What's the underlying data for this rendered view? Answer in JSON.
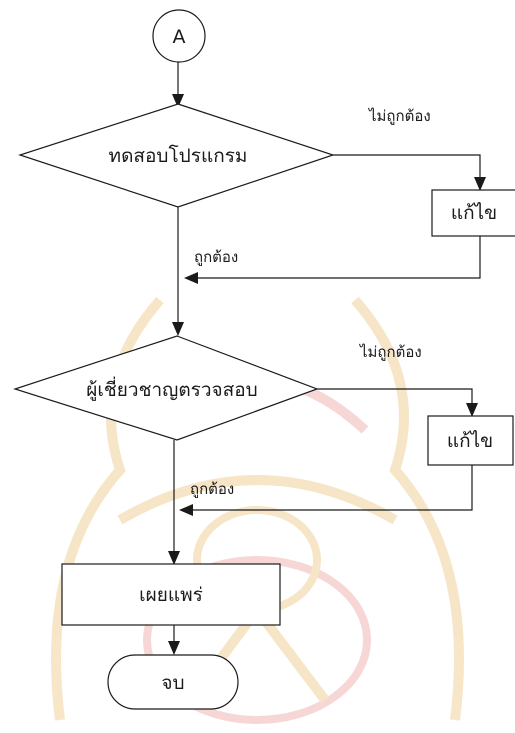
{
  "colors": {
    "line": "#1a1a1a",
    "background": "#ffffff",
    "watermark_gold": "#f0d29a",
    "watermark_red": "#f2b8b4"
  },
  "nodes": {
    "connector": {
      "label": "A",
      "shape": "circle"
    },
    "test_program": {
      "label": "ทดสอบโปรแกรม",
      "shape": "decision"
    },
    "fix_1": {
      "label": "แก้ไข",
      "shape": "process"
    },
    "expert_review": {
      "label": "ผู้เชี่ยวชาญตรวจสอบ",
      "shape": "decision"
    },
    "fix_2": {
      "label": "แก้ไข",
      "shape": "process"
    },
    "publish": {
      "label": "เผยแพร่",
      "shape": "process"
    },
    "end": {
      "label": "จบ",
      "shape": "terminator"
    }
  },
  "edges": {
    "test_incorrect": {
      "label": "ไม่ถูกต้อง"
    },
    "test_correct": {
      "label": "ถูกต้อง"
    },
    "review_incorrect": {
      "label": "ไม่ถูกต้อง"
    },
    "review_correct": {
      "label": "ถูกต้อง"
    }
  }
}
